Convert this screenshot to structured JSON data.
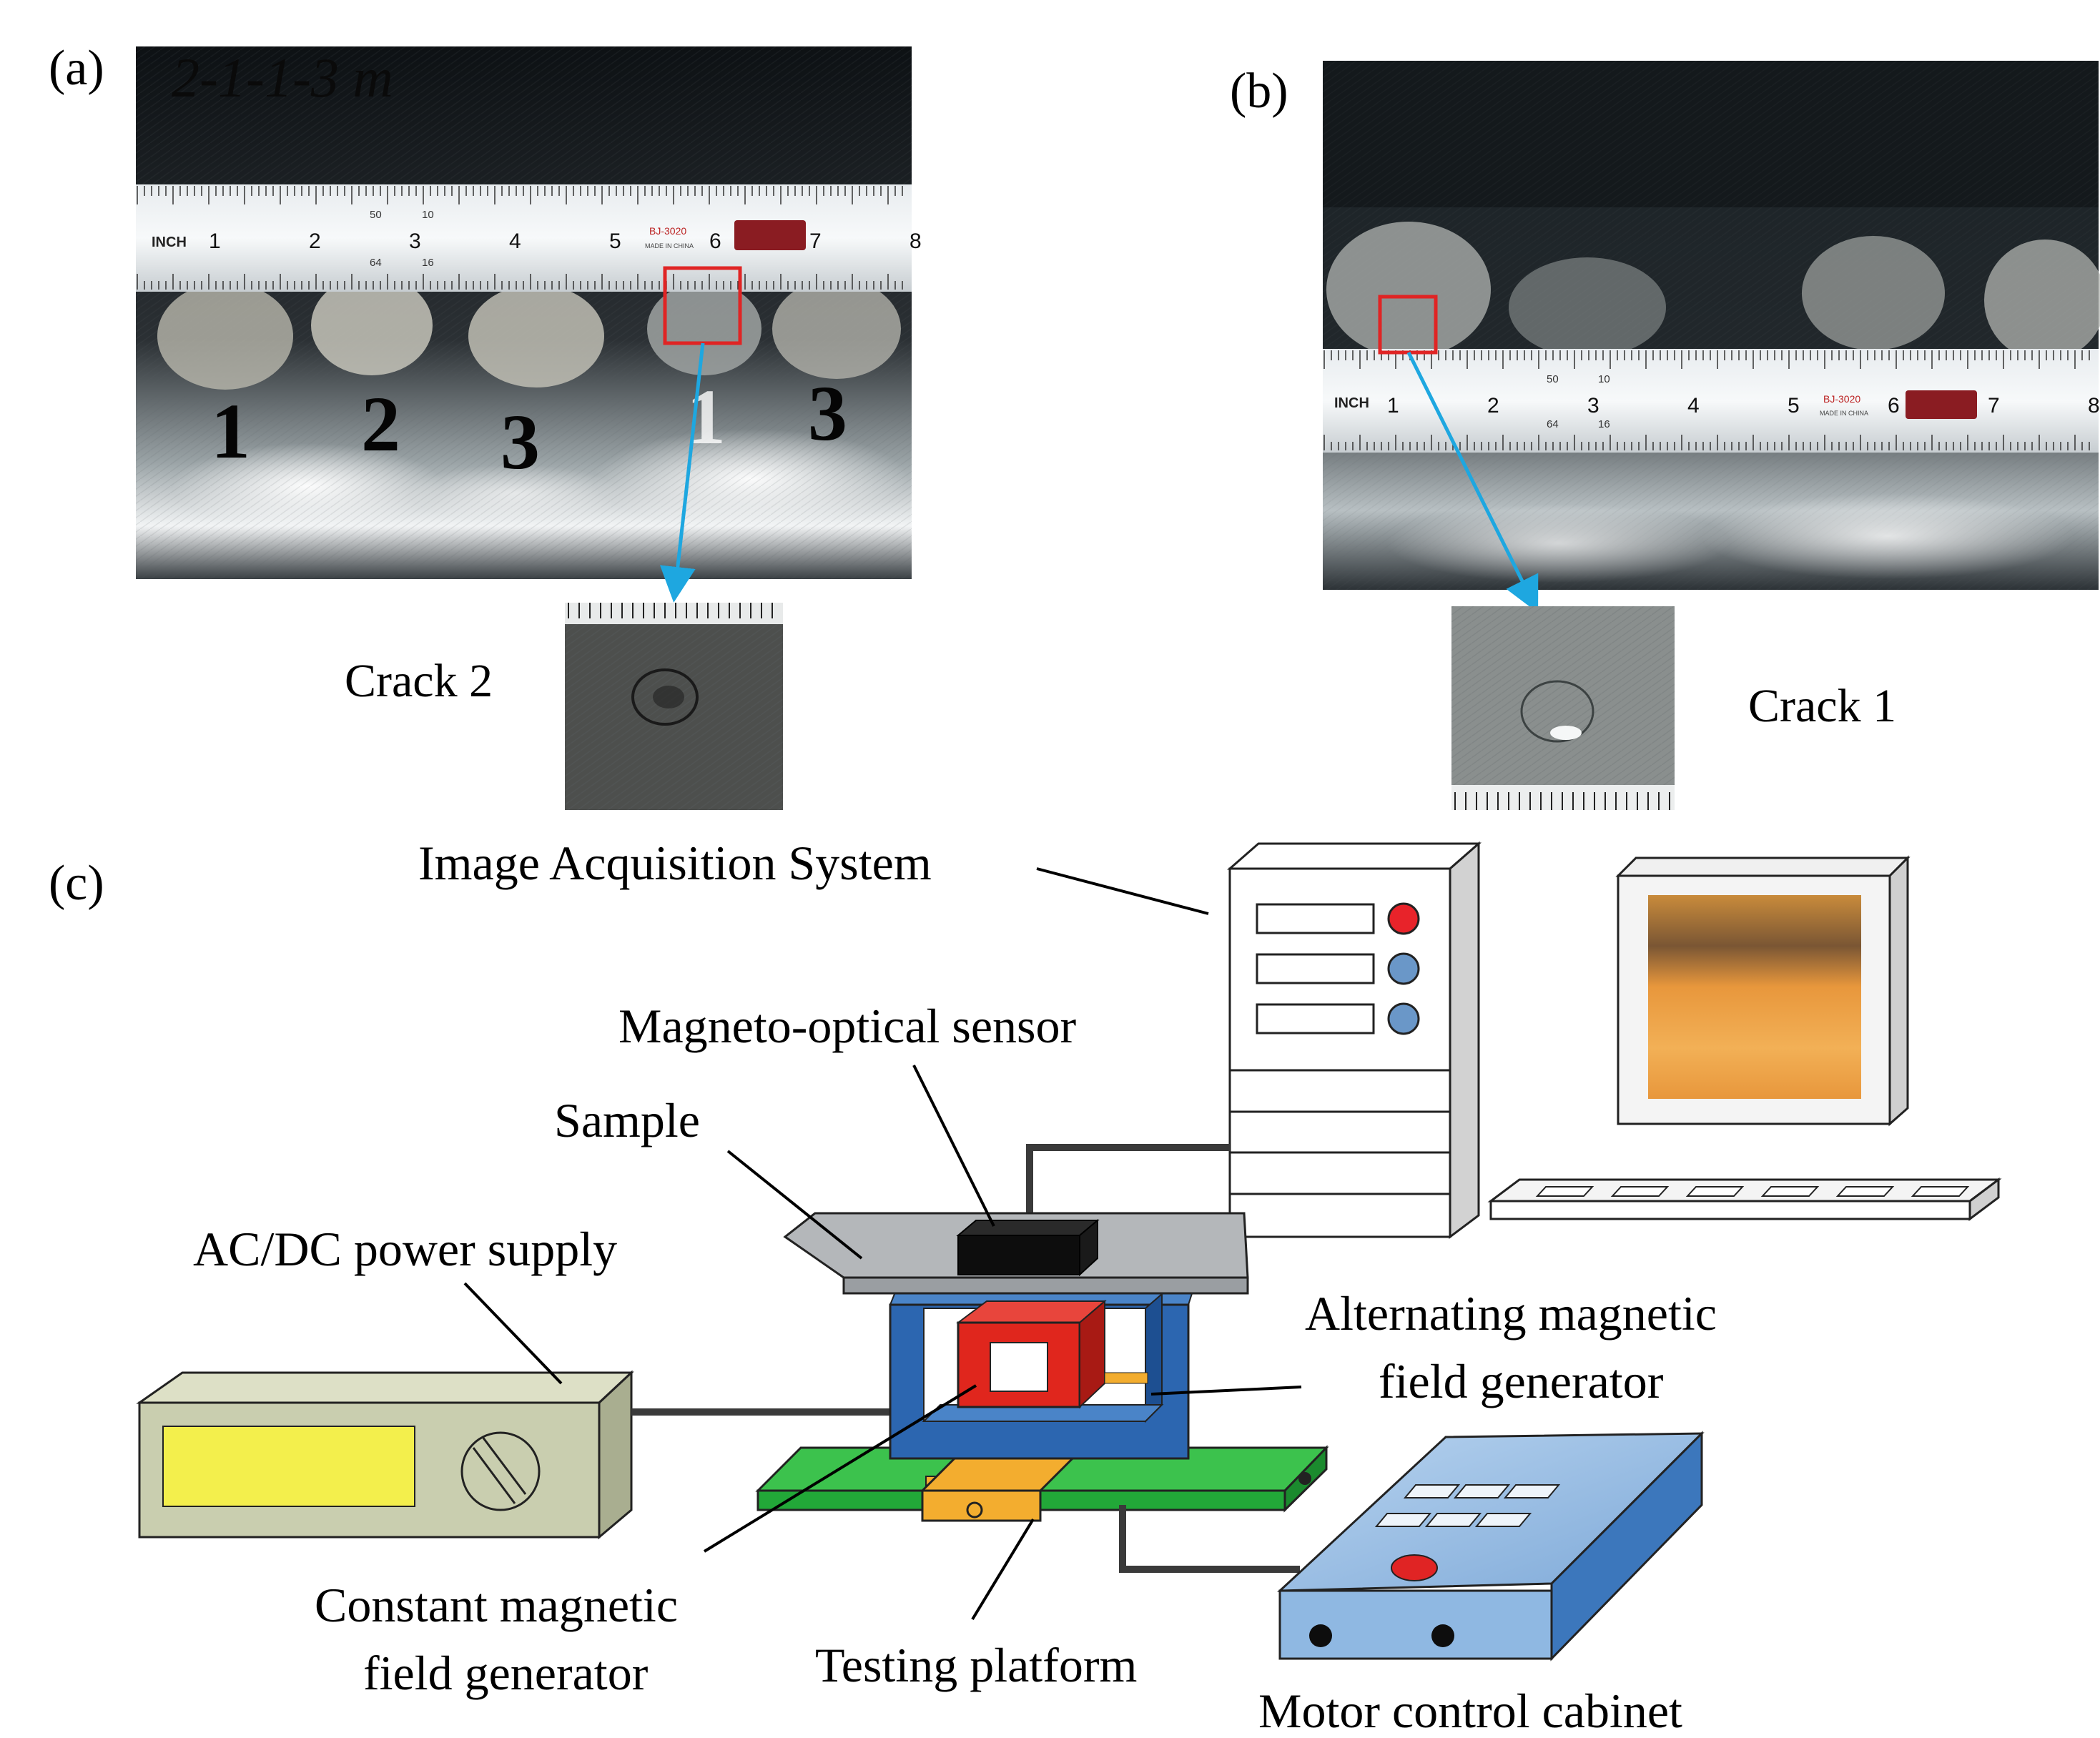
{
  "panels": {
    "a": {
      "label": "(a)",
      "handwriting": "2-1-1-3 m",
      "sample_numbers": [
        "1",
        "2",
        "3",
        "1",
        "3"
      ],
      "crack_caption": "Crack 2"
    },
    "b": {
      "label": "(b)",
      "crack_caption": "Crack 1"
    },
    "c": {
      "label": "(c)"
    }
  },
  "ruler": {
    "unit": "INCH",
    "numbers_a": [
      "1",
      "2",
      "3",
      "4",
      "5",
      "6",
      "7",
      "8"
    ],
    "numbers_b": [
      "1",
      "2",
      "3",
      "4",
      "5",
      "6",
      "7",
      "8"
    ],
    "model": "BJ-3020",
    "made_in": "MADE IN CHINA",
    "scale_top": [
      "50",
      "10"
    ],
    "scale_bottom": [
      "64",
      "16"
    ]
  },
  "labels": {
    "image_acquisition": "Image Acquisition System",
    "mo_sensor": "Magneto-optical sensor",
    "sample": "Sample",
    "power_supply": "AC/DC power supply",
    "alternating_1": "Alternating magnetic",
    "alternating_2": "field generator",
    "constant_1": "Constant magnetic",
    "constant_2": "field generator",
    "testing_platform": "Testing platform",
    "motor_cabinet": "Motor control cabinet"
  },
  "colors": {
    "crack_box": "#e02424",
    "arrow": "#1ea7e0",
    "platform": "#22a838",
    "slider": "#f3ad2f",
    "yoke_alternating": "#2c66b0",
    "yoke_constant": "#e0261d",
    "power_supply_body": "#c9ceaf",
    "power_supply_screen": "#f3ef4c",
    "motor_cabinet": "#9ec3e8",
    "motor_button": "#e02424",
    "led_red": "#e8232a",
    "led_blue": "#6a97c8",
    "monitor_image": "#e89a3c"
  },
  "icons": [
    "computer-tower-icon",
    "monitor-icon",
    "keyboard-icon",
    "power-supply-icon",
    "motor-cabinet-icon",
    "knob-icon"
  ]
}
